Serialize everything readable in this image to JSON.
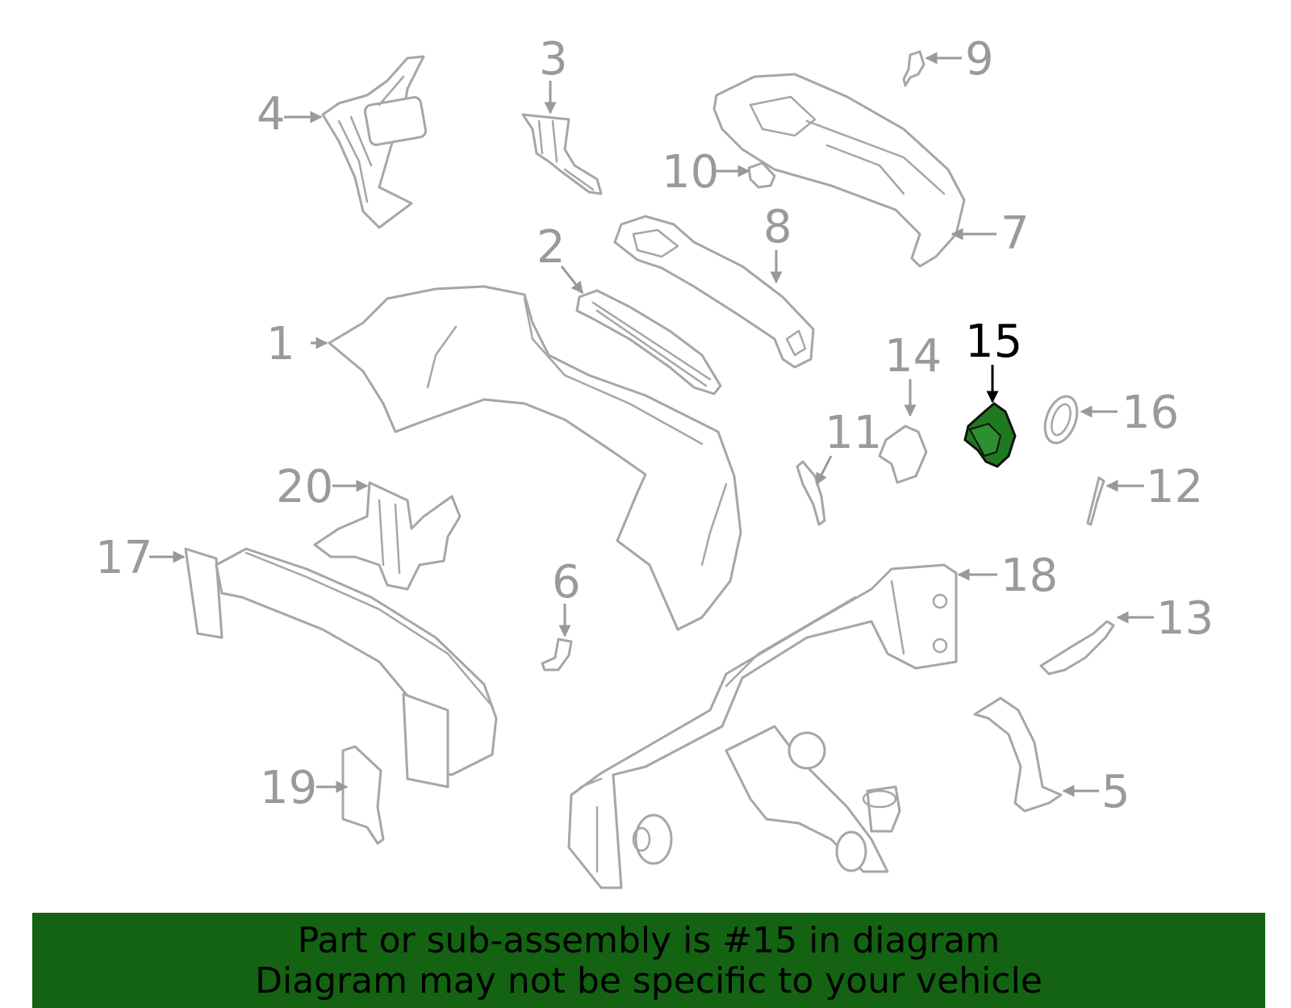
{
  "callouts": [
    {
      "id": "1",
      "label": "1"
    },
    {
      "id": "2",
      "label": "2"
    },
    {
      "id": "3",
      "label": "3"
    },
    {
      "id": "4",
      "label": "4"
    },
    {
      "id": "5",
      "label": "5"
    },
    {
      "id": "6",
      "label": "6"
    },
    {
      "id": "7",
      "label": "7"
    },
    {
      "id": "8",
      "label": "8"
    },
    {
      "id": "9",
      "label": "9"
    },
    {
      "id": "10",
      "label": "10"
    },
    {
      "id": "11",
      "label": "11"
    },
    {
      "id": "12",
      "label": "12"
    },
    {
      "id": "13",
      "label": "13"
    },
    {
      "id": "14",
      "label": "14"
    },
    {
      "id": "15",
      "label": "15",
      "highlighted": true
    },
    {
      "id": "16",
      "label": "16"
    },
    {
      "id": "17",
      "label": "17"
    },
    {
      "id": "18",
      "label": "18"
    },
    {
      "id": "19",
      "label": "19"
    },
    {
      "id": "20",
      "label": "20"
    }
  ],
  "highlight_color": "#1f7a1f",
  "banner": {
    "line1": "Part or sub-assembly is #15 in diagram",
    "line2": "Diagram may not be specific to your vehicle",
    "background": "#136312"
  }
}
